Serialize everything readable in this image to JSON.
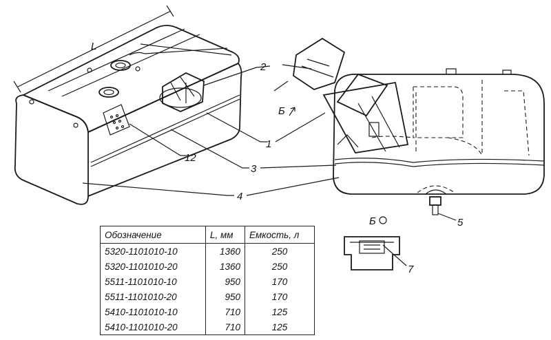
{
  "labels": {
    "dimension_L": "L",
    "callout_1": "1",
    "callout_2": "2",
    "callout_3": "3",
    "callout_4": "4",
    "callout_5": "5",
    "callout_7": "7",
    "callout_12": "12",
    "view_b_arrow": "Б",
    "view_b_title": "Б"
  },
  "table": {
    "headers": [
      "Обозначение",
      "L, мм",
      "Емкость, л"
    ],
    "rows": [
      [
        "5320-1101010-10",
        "1360",
        "250"
      ],
      [
        "5320-1101010-20",
        "1360",
        "250"
      ],
      [
        "5511-1101010-10",
        "950",
        "170"
      ],
      [
        "5511-1101010-20",
        "950",
        "170"
      ],
      [
        "5410-1101010-10",
        "710",
        "125"
      ],
      [
        "5410-1101010-20",
        "710",
        "125"
      ]
    ]
  }
}
